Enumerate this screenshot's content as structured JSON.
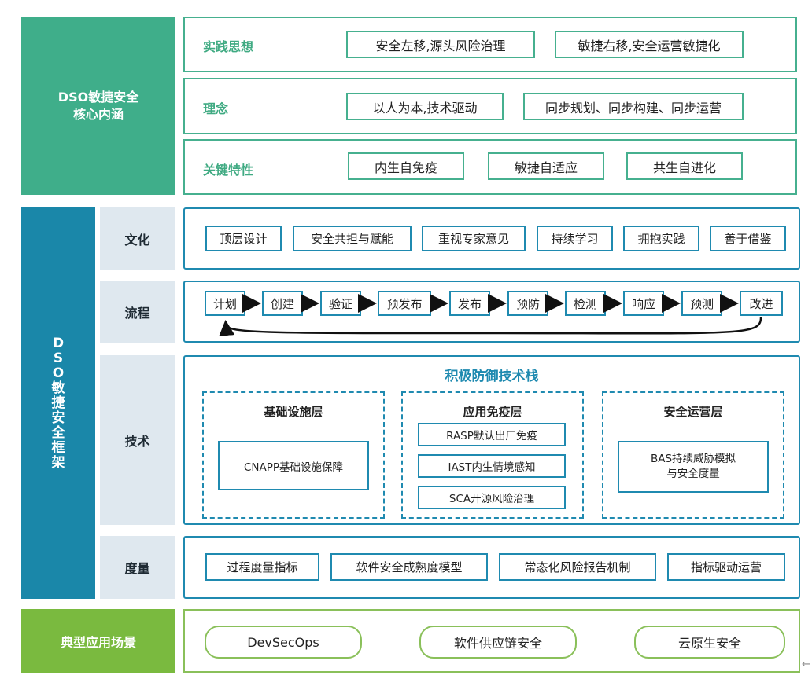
{
  "core": {
    "category_label": "DSO敏捷安全\n核心内涵",
    "rows": [
      {
        "label": "实践思想",
        "items": [
          "安全左移,源头风险治理",
          "敏捷右移,安全运营敏捷化"
        ]
      },
      {
        "label": "理念",
        "items": [
          "以人为本,技术驱动",
          "同步规划、同步构建、同步运营"
        ]
      },
      {
        "label": "关键特性",
        "items": [
          "内生自免疫",
          "敏捷自适应",
          "共生自进化"
        ]
      }
    ]
  },
  "framework": {
    "category_label": [
      "D",
      "S",
      "O",
      "敏",
      "捷",
      "安",
      "全",
      "框",
      "架"
    ],
    "culture": {
      "label": "文化",
      "items": [
        "顶层设计",
        "安全共担与赋能",
        "重视专家意见",
        "持续学习",
        "拥抱实践",
        "善于借鉴"
      ]
    },
    "process": {
      "label": "流程",
      "steps": [
        "计划",
        "创建",
        "验证",
        "预发布",
        "发布",
        "预防",
        "检测",
        "响应",
        "预测",
        "改进"
      ]
    },
    "technology": {
      "label": "技术",
      "stack_title": "积极防御技术栈",
      "layers": [
        {
          "title": "基础设施层",
          "items": [
            "CNAPP基础设施保障"
          ]
        },
        {
          "title": "应用免疫层",
          "items": [
            "RASP默认出厂免疫",
            "IAST内生情境感知",
            "SCA开源风险治理"
          ]
        },
        {
          "title": "安全运营层",
          "items": [
            "BAS持续威胁模拟\n与安全度量"
          ]
        }
      ]
    },
    "metrics": {
      "label": "度量",
      "items": [
        "过程度量指标",
        "软件安全成熟度模型",
        "常态化风险报告机制",
        "指标驱动运营"
      ]
    }
  },
  "scenarios": {
    "category_label": "典型应用场景",
    "items": [
      "DevSecOps",
      "软件供应链安全",
      "云原生安全"
    ],
    "trailing_mark": "←"
  },
  "colors": {
    "green": "#3fae8a",
    "blue": "#1a87a9",
    "lime": "#7aba3f",
    "sub_label_bg": "#dfe8ef"
  }
}
